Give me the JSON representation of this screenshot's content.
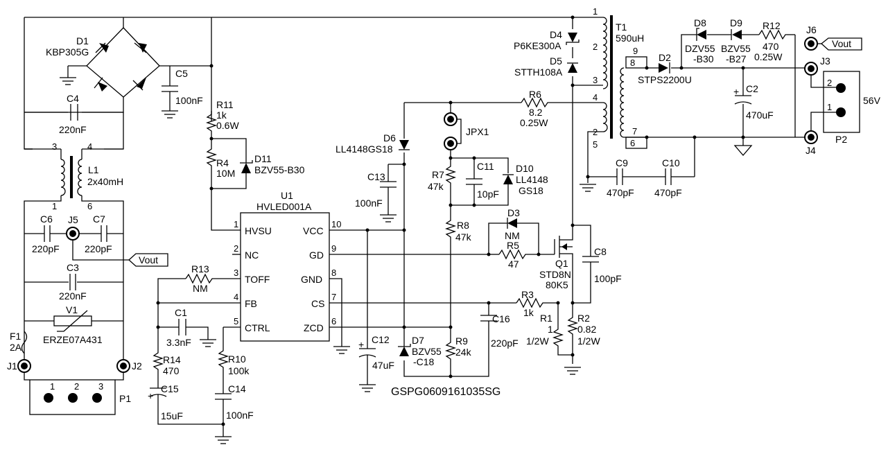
{
  "labels": {
    "D1": "D1",
    "D1_val": "KBP305G",
    "C5": "C5",
    "C5_val": "100nF",
    "C4": "C4",
    "C4_val": "220nF",
    "L1": "L1",
    "L1_val": "2x40mH",
    "L1_p3": "3",
    "L1_p4": "4",
    "L1_p1": "1",
    "L1_p6": "6",
    "C6": "C6",
    "C6_val": "220pF",
    "J5": "J5",
    "C7": "C7",
    "C7_val": "220pF",
    "vout_left": "Vout",
    "C3": "C3",
    "C3_val": "220nF",
    "V1": "V1",
    "V1_val": "ERZE07A431",
    "F1": "F1",
    "F1_val": "2A",
    "J1": "J1",
    "J2": "J2",
    "P1": "P1",
    "P1_p1": "1",
    "P1_p2": "2",
    "P1_p3": "3",
    "R11": "R11",
    "R11_val": "1k",
    "R11_pw": "0.6W",
    "R4": "R4",
    "R4_val": "10M",
    "D11": "D11",
    "D11_val": "BZV55-B30",
    "U1": "U1",
    "U1_val": "HVLED001A",
    "pin1": "1",
    "pin2": "2",
    "pin3": "3",
    "pin4": "4",
    "pin5": "5",
    "pin10": "10",
    "pin9": "9",
    "pin8": "8",
    "pin7": "7",
    "pin6": "6",
    "HVSU": "HVSU",
    "NC": "NC",
    "TOFF": "TOFF",
    "FB": "FB",
    "CTRL": "CTRL",
    "VCC": "VCC",
    "GD": "GD",
    "GND": "GND",
    "CS": "CS",
    "ZCD": "ZCD",
    "R13": "R13",
    "R13_val": "NM",
    "C1": "C1",
    "C1_val": "3.3nF",
    "R14": "R14",
    "R14_val": "470",
    "C15": "C15",
    "C15_val": "15uF",
    "R10": "R10",
    "R10_val": "100k",
    "C14": "C14",
    "C14_val": "100nF",
    "C12": "C12",
    "C12_val": "47uF",
    "D6": "D6",
    "D6_val": "LL4148GS18",
    "C13": "C13",
    "C13_val": "100nF",
    "JPX1": "JPX1",
    "R7": "R7",
    "R7_val": "47k",
    "C11": "C11",
    "C11_val": "10pF",
    "D10": "D10",
    "D10_val1": "LL4148",
    "D10_val2": "GS18",
    "R8": "R8",
    "R8_val": "47k",
    "D3": "D3",
    "D3_val": "NM",
    "R5": "R5",
    "R5_val": "47",
    "Q1": "Q1",
    "Q1_val1": "STD8N",
    "Q1_val2": "80K5",
    "C8": "C8",
    "C8_val": "100pF",
    "R3": "R3",
    "R3_val": "1k",
    "R1": "R1",
    "R1_val": "1",
    "R1_pw": "1/2W",
    "R2": "R2",
    "R2_val": "0.82",
    "R2_pw": "1/2W",
    "C16": "C16",
    "C16_val": "220pF",
    "D7": "D7",
    "D7_val1": "BZV55",
    "D7_val2": "-C18",
    "R9": "R9",
    "R9_val": "24k",
    "ref": "GSPG0609161035SG",
    "D4": "D4",
    "D4_val": "P6KE300A",
    "D5": "D5",
    "D5_val": "STTH108A",
    "R6": "R6",
    "R6_val": "8.2",
    "R6_pw": "0.25W",
    "T1": "T1",
    "T1_val": "590uH",
    "T1_p1": "1",
    "T1_p2": "2",
    "T1_p3": "3",
    "T1_p4": "4",
    "T1_p2b": "2",
    "T1_p5": "5",
    "T1_p9": "9",
    "T1_p8": "8",
    "T1_p7": "7",
    "T1_p6": "6",
    "D2": "D2",
    "D2_val": "STPS2200U",
    "D8": "D8",
    "D8_val1": "DZV55",
    "D8_val2": "-B30",
    "D9": "D9",
    "D9_val1": "BZV55",
    "D9_val2": "-B27",
    "R12": "R12",
    "R12_val": "470",
    "R12_pw": "0.25W",
    "J6": "J6",
    "vout_right": "Vout",
    "J3": "J3",
    "J4": "J4",
    "C2": "C2",
    "C2_val": "470uF",
    "P2": "P2",
    "P2_p1": "1",
    "P2_p2": "2",
    "P2_v": "56V",
    "C9": "C9",
    "C9_val": "470pF",
    "C10": "C10",
    "C10_val": "470pF",
    "plus": "+"
  }
}
